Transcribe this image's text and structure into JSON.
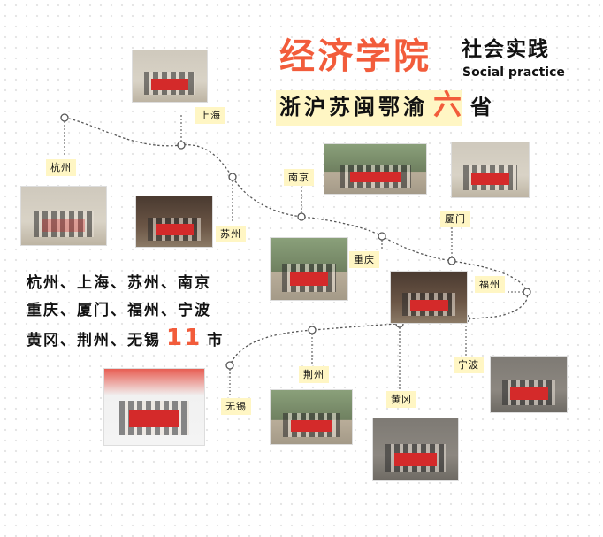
{
  "header": {
    "title_main": "经济学院",
    "title_sub_cn": "社会实践",
    "title_sub_en": "Social practice",
    "provinces_text": "浙沪苏闽鄂渝",
    "provinces_count": "六",
    "provinces_suffix": "省"
  },
  "summary": {
    "row1": "杭州、上海、苏州、南京",
    "row2": "重庆、厦门、福州、宁波",
    "row3": "黄冈、荆州、无锡",
    "count": "11",
    "suffix": "市"
  },
  "cities": [
    {
      "name": "上海"
    },
    {
      "name": "杭州"
    },
    {
      "name": "苏州"
    },
    {
      "name": "南京"
    },
    {
      "name": "厦门"
    },
    {
      "name": "重庆"
    },
    {
      "name": "福州"
    },
    {
      "name": "宁波"
    },
    {
      "name": "荆州"
    },
    {
      "name": "黄冈"
    },
    {
      "name": "无锡"
    }
  ],
  "colors": {
    "accent": "#f25c3b",
    "label_bg": "#fff6c4",
    "text": "#111111",
    "route": "#555555"
  }
}
